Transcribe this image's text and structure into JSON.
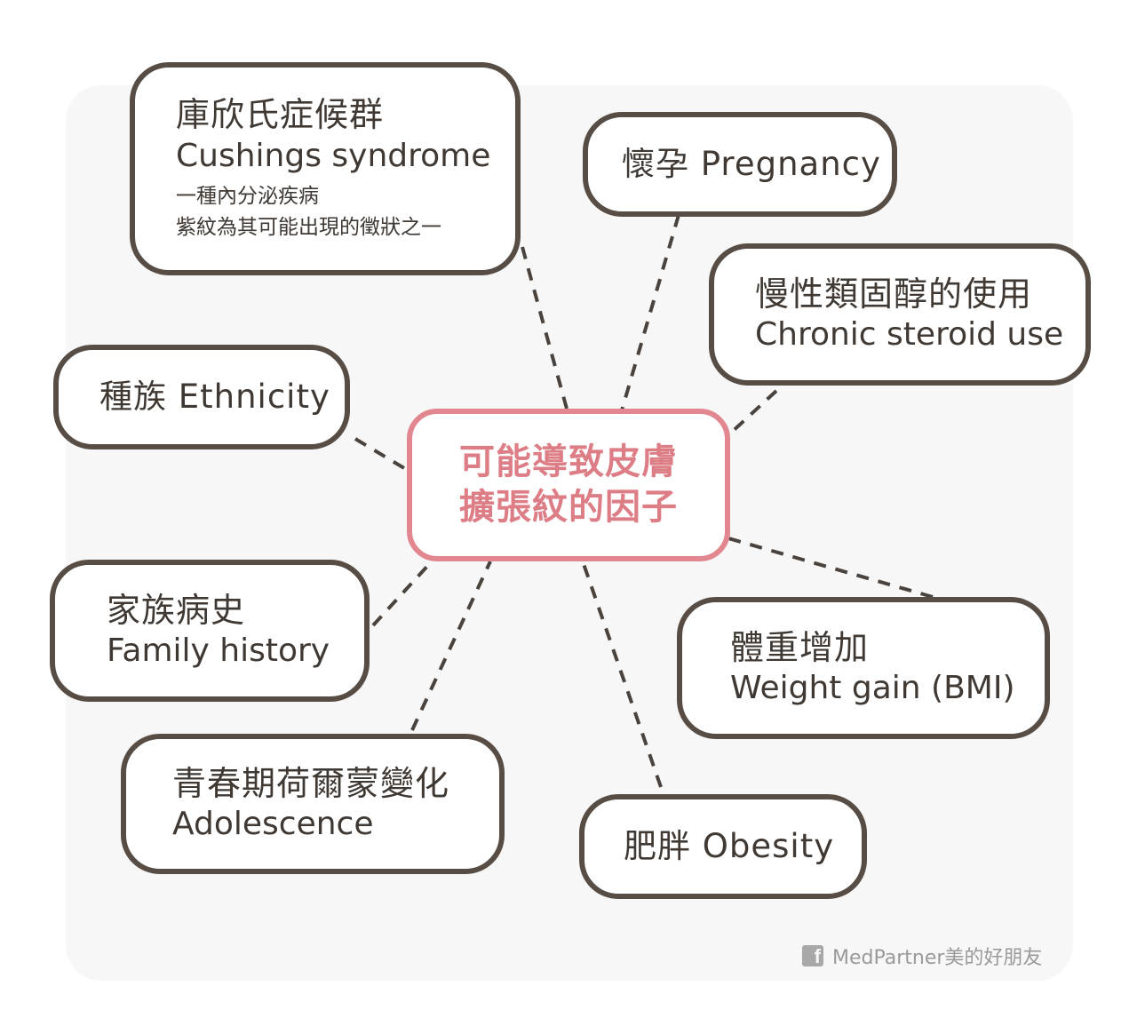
{
  "center": {
    "line1": "可能導致皮膚",
    "line2": "擴張紋的因子"
  },
  "factors": {
    "cushing": {
      "zh": "庫欣氏症候群",
      "en": "Cushings syndrome",
      "note1": "一種內分泌疾病",
      "note2": "紫紋為其可能出現的徵狀之一"
    },
    "pregnancy": {
      "label": "懷孕 Pregnancy"
    },
    "steroid": {
      "zh": "慢性類固醇的使用",
      "en": "Chronic steroid use"
    },
    "ethnicity": {
      "label": "種族 Ethnicity"
    },
    "family": {
      "zh": "家族病史",
      "en": "Family history"
    },
    "weight": {
      "zh": "體重增加",
      "en": "Weight gain (BMI)"
    },
    "adolescence": {
      "zh": "青春期荷爾蒙變化",
      "en": "Adolescence"
    },
    "obesity": {
      "label": "肥胖 Obesity"
    }
  },
  "footer": {
    "brand": "MedPartner美的好朋友",
    "icon": "facebook-icon"
  },
  "colors": {
    "box_border": "#574d45",
    "center_border": "#e2868f",
    "center_text": "#dd7d86",
    "panel": "#f7f7f7"
  }
}
